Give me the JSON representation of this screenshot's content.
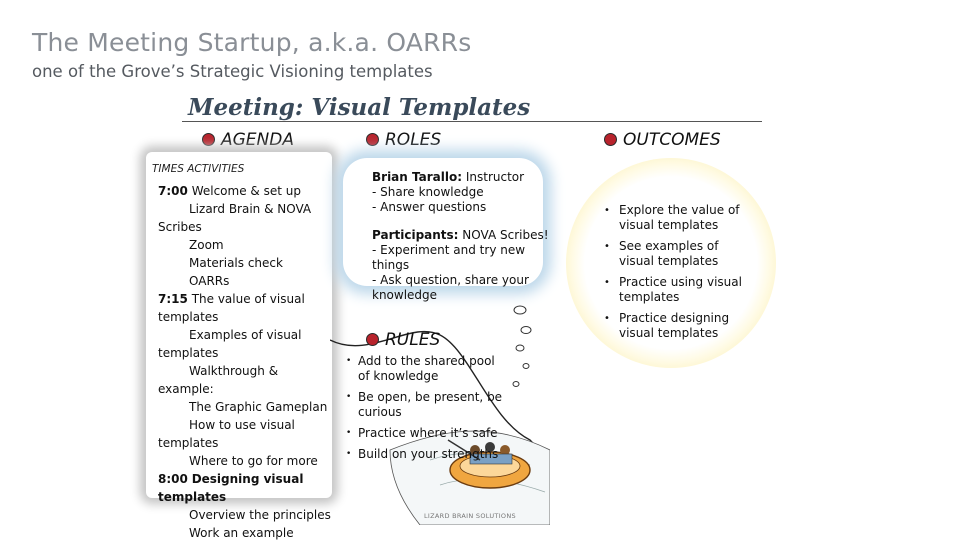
{
  "header": {
    "title": "The Meeting Startup, a.k.a. OARRs",
    "subtitle": "one of the Grove’s Strategic Visioning templates",
    "page_heading": "Meeting: Visual Templates"
  },
  "agenda": {
    "heading": "AGENDA",
    "columns_label": "TIMES   ACTIVITIES",
    "lines": [
      {
        "time": "7:00",
        "text": "Welcome & set up",
        "indent": false,
        "bold": false
      },
      {
        "time": "",
        "text": "Lizard Brain & NOVA",
        "indent": true,
        "bold": false
      },
      {
        "time": "",
        "text": "Scribes",
        "indent": false,
        "bold": false
      },
      {
        "time": "",
        "text": "Zoom",
        "indent": true,
        "bold": false
      },
      {
        "time": "",
        "text": "Materials check",
        "indent": true,
        "bold": false
      },
      {
        "time": "",
        "text": "OARRs",
        "indent": true,
        "bold": false
      },
      {
        "time": "7:15",
        "text": "The value of visual",
        "indent": false,
        "bold": false
      },
      {
        "time": "",
        "text": "templates",
        "indent": false,
        "bold": false
      },
      {
        "time": "",
        "text": "Examples of visual",
        "indent": true,
        "bold": false
      },
      {
        "time": "",
        "text": "templates",
        "indent": false,
        "bold": false
      },
      {
        "time": "",
        "text": "Walkthrough &",
        "indent": true,
        "bold": false
      },
      {
        "time": "",
        "text": "example:",
        "indent": false,
        "bold": false
      },
      {
        "time": "",
        "text": "The Graphic Gameplan",
        "indent": true,
        "bold": false
      },
      {
        "time": "",
        "text": "How to use visual",
        "indent": true,
        "bold": false
      },
      {
        "time": "",
        "text": "templates",
        "indent": false,
        "bold": false
      },
      {
        "time": "",
        "text": "Where to go for more",
        "indent": true,
        "bold": false
      },
      {
        "time": "8:00",
        "text": "Designing visual",
        "indent": false,
        "bold": true
      },
      {
        "time": "",
        "text": "templates",
        "indent": false,
        "bold": true
      },
      {
        "time": "",
        "text": "Overview the principles",
        "indent": true,
        "bold": false
      },
      {
        "time": "",
        "text": "Work an example",
        "indent": true,
        "bold": false
      }
    ]
  },
  "roles": {
    "heading": "ROLES",
    "instructor_name": "Brian Tarallo:",
    "instructor_role": " Instructor",
    "instructor_line1": " - Share knowledge",
    "instructor_line2": " - Answer questions",
    "participants_label": "Participants:",
    "participants_role": " NOVA Scribes!",
    "participants_line1": " - Experiment and try new things",
    "participants_line2": " - Ask question, share your knowledge"
  },
  "outcomes": {
    "heading": "OUTCOMES",
    "items": [
      "Explore the value of visual templates",
      "See examples of visual templates",
      "Practice using visual templates",
      "Practice designing visual templates"
    ]
  },
  "rules": {
    "heading": "RULES",
    "items": [
      "Add to the shared pool of knowledge",
      "Be open, be present, be curious",
      "Practice where it’s safe",
      "Build on your strengths"
    ]
  },
  "footer": {
    "mark": "LIZARD BRAIN SOLUTIONS"
  },
  "colors": {
    "section_dot": "#b8232c",
    "roles_glow": "#bcd7ea",
    "outcomes_glow": "#fdf2bf"
  }
}
